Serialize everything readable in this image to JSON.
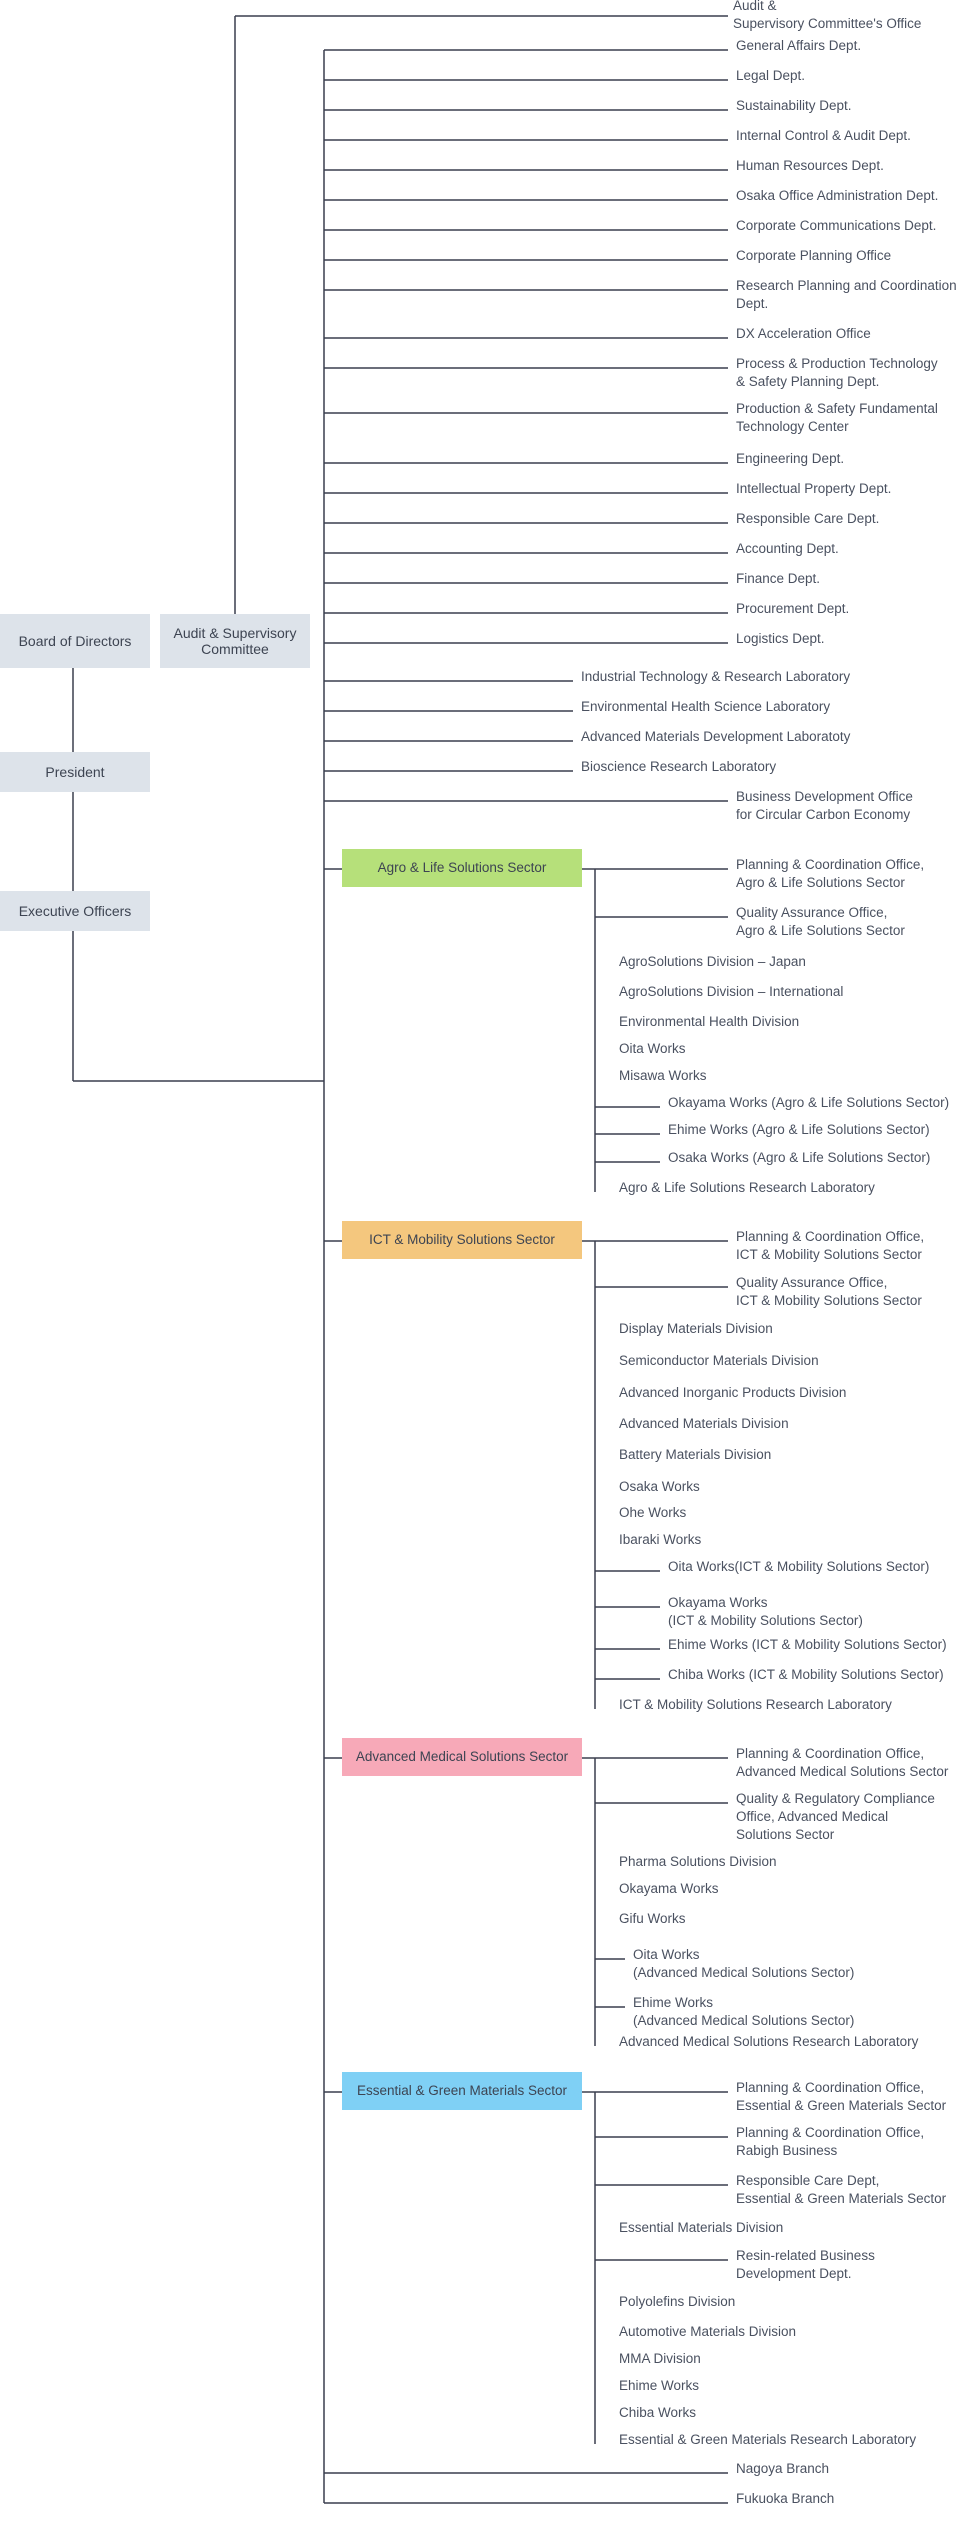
{
  "left": {
    "board": "Board of Directors",
    "president": "President",
    "executive": "Executive Officers",
    "audit_committee": "Audit & Supervisory Committee"
  },
  "top": {
    "audit_office": "Audit &\nSupervisory Committee's Office"
  },
  "corporate": [
    "General Affairs Dept.",
    "Legal Dept.",
    "Sustainability Dept.",
    "Internal Control & Audit Dept.",
    "Human Resources Dept.",
    "Osaka Office Administration Dept.",
    "Corporate Communications Dept.",
    "Corporate Planning Office",
    "Research Planning and Coordination\nDept.",
    "DX Acceleration Office",
    "Process & Production Technology\n& Safety Planning Dept.",
    "Production & Safety Fundamental\nTechnology Center",
    "Engineering Dept.",
    "Intellectual Property Dept.",
    "Responsible Care Dept.",
    "Accounting Dept.",
    "Finance Dept.",
    "Procurement Dept.",
    "Logistics Dept."
  ],
  "labs": [
    "Industrial Technology & Research Laboratory",
    "Environmental Health Science Laboratory",
    "Advanced Materials Development Laboratoty",
    "Bioscience Research Laboratory"
  ],
  "bizdev": "Business Development Office\nfor Circular Carbon Economy",
  "sectors": [
    {
      "name": "Agro & Life Solutions Sector",
      "color": "#b6e07a",
      "units": [
        "Planning & Coordination Office,\nAgro & Life Solutions Sector",
        "Quality Assurance Office,\nAgro & Life Solutions Sector",
        "AgroSolutions Division – Japan",
        "AgroSolutions Division – International",
        "Environmental Health Division",
        "Oita Works",
        "Misawa Works",
        "Okayama Works (Agro & Life Solutions Sector)",
        "Ehime Works (Agro & Life Solutions Sector)",
        "Osaka Works (Agro & Life Solutions Sector)",
        "Agro & Life Solutions Research Laboratory"
      ]
    },
    {
      "name": "ICT & Mobility Solutions Sector",
      "color": "#f4c77e",
      "units": [
        "Planning & Coordination Office,\nICT & Mobility Solutions Sector",
        "Quality Assurance Office,\nICT & Mobility Solutions Sector",
        "Display Materials Division",
        "Semiconductor Materials Division",
        "Advanced Inorganic Products Division",
        "Advanced Materials Division",
        "Battery Materials Division",
        "Osaka Works",
        "Ohe Works",
        "Ibaraki Works",
        "Oita Works(ICT & Mobility Solutions Sector)",
        "Okayama Works\n(ICT & Mobility Solutions Sector)",
        "Ehime Works (ICT & Mobility Solutions Sector)",
        "Chiba Works (ICT & Mobility Solutions Sector)",
        "ICT & Mobility Solutions Research Laboratory"
      ]
    },
    {
      "name": "Advanced Medical Solutions Sector",
      "color": "#f7a9b8",
      "units": [
        "Planning & Coordination Office,\nAdvanced Medical Solutions Sector",
        "Quality & Regulatory Compliance\nOffice, Advanced Medical\nSolutions Sector",
        "Pharma Solutions Division",
        "Okayama Works",
        "Gifu Works",
        "Oita Works\n(Advanced Medical Solutions Sector)",
        "Ehime Works\n(Advanced Medical Solutions Sector)",
        "Advanced Medical Solutions Research Laboratory"
      ]
    },
    {
      "name": "Essential & Green Materials Sector",
      "color": "#7fd0f5",
      "units": [
        "Planning & Coordination Office,\nEssential & Green Materials Sector",
        "Planning & Coordination Office,\nRabigh Business",
        "Responsible Care Dept,\nEssential & Green Materials Sector",
        "Essential Materials Division",
        "Resin-related Business\nDevelopment Dept.",
        "Polyolefins Division",
        "Automotive Materials Division",
        "MMA Division",
        "Ehime Works",
        "Chiba Works",
        "Essential & Green Materials Research Laboratory"
      ]
    }
  ],
  "branches": [
    "Nagoya Branch",
    "Fukuoka Branch"
  ],
  "colors": {
    "line": "#3a3f4e",
    "gray_box": "#dde3ea",
    "text": "#4a5160"
  }
}
